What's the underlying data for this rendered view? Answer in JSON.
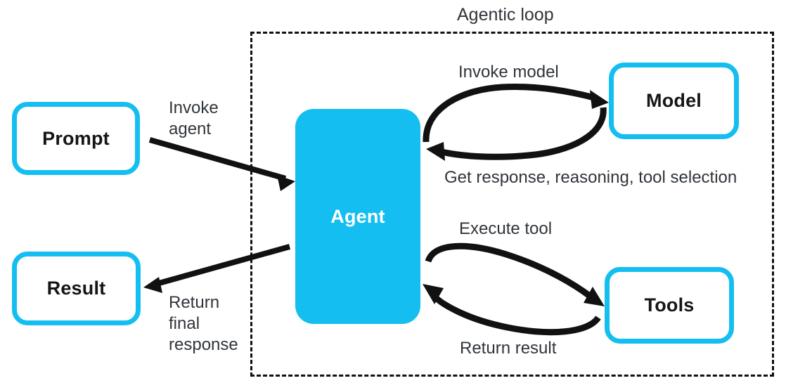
{
  "diagram": {
    "title": "Agentic loop",
    "colors": {
      "accent": "#14bef0",
      "text": "#30353b",
      "node_text": "#151515",
      "filled_node_text": "#ffffff",
      "stroke": "#111111",
      "background": "#ffffff"
    },
    "container": {
      "label": "Agentic loop",
      "style": "dashed"
    },
    "nodes": [
      {
        "id": "prompt",
        "label": "Prompt",
        "style": "outline"
      },
      {
        "id": "result",
        "label": "Result",
        "style": "outline"
      },
      {
        "id": "agent",
        "label": "Agent",
        "style": "filled"
      },
      {
        "id": "model",
        "label": "Model",
        "style": "outline"
      },
      {
        "id": "tools",
        "label": "Tools",
        "style": "outline"
      }
    ],
    "edges": [
      {
        "id": "invoke-agent",
        "from": "prompt",
        "to": "agent",
        "label": "Invoke\nagent",
        "shape": "straight"
      },
      {
        "id": "return-final",
        "from": "agent",
        "to": "result",
        "label": "Return\nfinal\nresponse",
        "shape": "straight"
      },
      {
        "id": "invoke-model",
        "from": "agent",
        "to": "model",
        "label": "Invoke model",
        "shape": "curved"
      },
      {
        "id": "get-response",
        "from": "model",
        "to": "agent",
        "label": "Get response, reasoning, tool selection",
        "shape": "curved"
      },
      {
        "id": "execute-tool",
        "from": "agent",
        "to": "tools",
        "label": "Execute tool",
        "shape": "curved"
      },
      {
        "id": "return-result",
        "from": "tools",
        "to": "agent",
        "label": "Return result",
        "shape": "curved"
      }
    ]
  }
}
